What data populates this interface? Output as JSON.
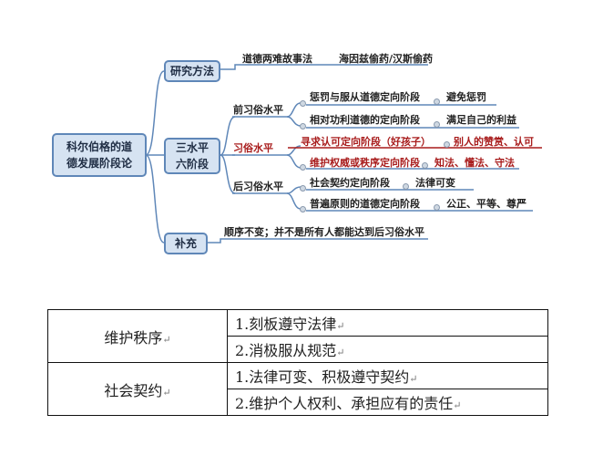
{
  "diagram": {
    "root": [
      "科尔伯格的道",
      "德发展阶段论"
    ],
    "research": {
      "label": "研究方法",
      "method": "道德两难故事法",
      "example": "海因兹偷药/汉斯偷药"
    },
    "levels": {
      "label": [
        "三水平",
        "六阶段"
      ],
      "items": [
        {
          "name": "前习俗水平",
          "stages": [
            {
              "stage": "惩罚与服从道德定向阶段",
              "trait": "避免惩罚"
            },
            {
              "stage": "相对功利道德的定向阶段",
              "trait": "满足自己的利益"
            }
          ]
        },
        {
          "name": "习俗水平",
          "stages": [
            {
              "stage": "寻求认可定向阶段（好孩子）",
              "trait": "别人的赞赏、认可"
            },
            {
              "stage": "维护权威或秩序定向阶段",
              "trait": "知法、懂法、守法"
            }
          ]
        },
        {
          "name": "后习俗水平",
          "stages": [
            {
              "stage": "社会契约定向阶段",
              "trait": "法律可变"
            },
            {
              "stage": "普遍原则的道德定向阶段",
              "trait": "公正、平等、尊严"
            }
          ]
        }
      ]
    },
    "supplement": {
      "label": "补充",
      "text": "顺序不变；并不是所有人都能达到后习俗水平"
    }
  },
  "table": {
    "rows": [
      {
        "left": "维护秩序",
        "right": [
          "1.刻板遵守法律",
          "2.消极服从规范"
        ]
      },
      {
        "left": "社会契约",
        "right": [
          "1.法律可变、积极遵守契约",
          "2.维护个人权利、承担应有的责任"
        ]
      }
    ]
  },
  "colors": {
    "box_fill": "#d6e3f2",
    "box_border": "#5f87b8",
    "connector": "#5f87b8",
    "highlight": "#a81c1c"
  }
}
